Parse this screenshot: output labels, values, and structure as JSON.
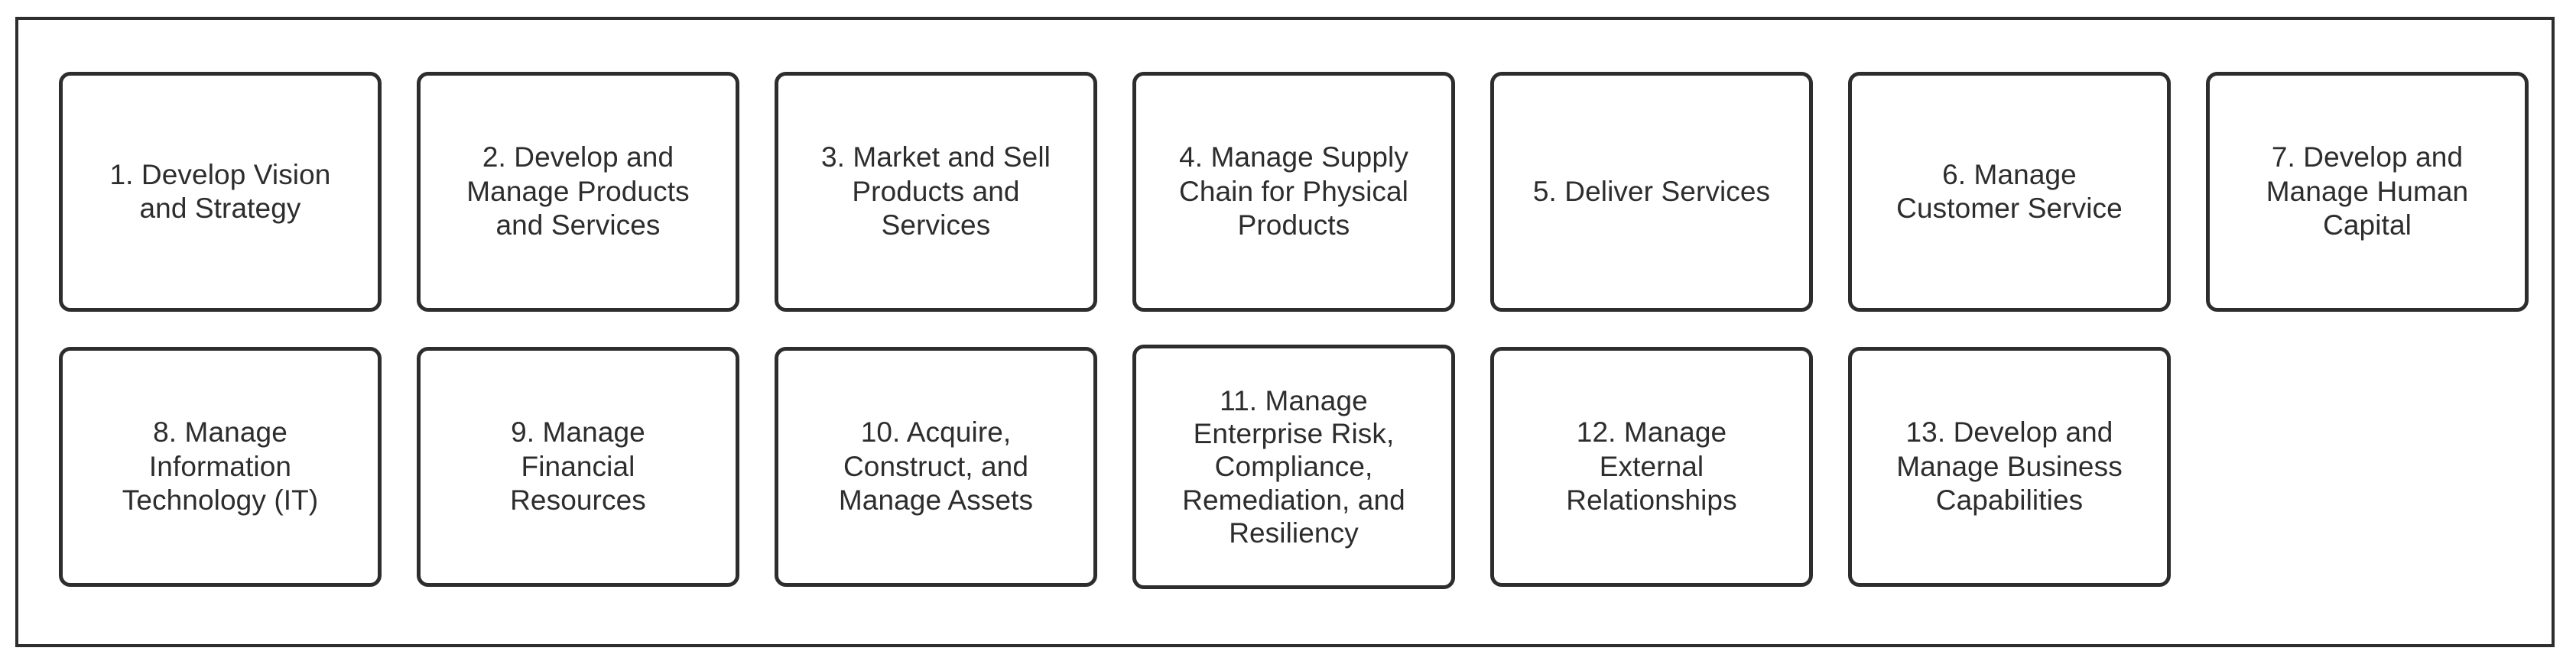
{
  "diagram": {
    "type": "process-classification-framework",
    "layout": "two-row-grid",
    "row_counts": [
      7,
      6
    ],
    "total_categories": 13,
    "colors": {
      "stroke": "#2d2d2d",
      "text": "#2d2d2d",
      "box_fill": "#ffffff",
      "page_background": "#ffffff"
    },
    "rows": [
      {
        "name": "row-1",
        "boxes": [
          {
            "number": "1",
            "label": "1. Develop Vision\nand Strategy"
          },
          {
            "number": "2",
            "label": "2. Develop and\nManage Products\nand Services"
          },
          {
            "number": "3",
            "label": "3. Market and Sell\nProducts and\nServices"
          },
          {
            "number": "4",
            "label": "4. Manage Supply\nChain for Physical\nProducts"
          },
          {
            "number": "5",
            "label": "5. Deliver Services"
          },
          {
            "number": "6",
            "label": "6. Manage\nCustomer Service"
          },
          {
            "number": "7",
            "label": "7. Develop and\nManage Human\nCapital"
          }
        ]
      },
      {
        "name": "row-2",
        "boxes": [
          {
            "number": "8",
            "label": "8. Manage\nInformation\nTechnology (IT)"
          },
          {
            "number": "9",
            "label": "9. Manage\nFinancial\nResources"
          },
          {
            "number": "10",
            "label": "10. Acquire,\nConstruct, and\nManage Assets"
          },
          {
            "number": "11",
            "label": "11. Manage\nEnterprise Risk,\nCompliance,\nRemediation, and\nResiliency",
            "tall": true
          },
          {
            "number": "12",
            "label": "12. Manage\nExternal\nRelationships"
          },
          {
            "number": "13",
            "label": "13. Develop and\nManage Business\nCapabilities"
          }
        ]
      }
    ]
  }
}
